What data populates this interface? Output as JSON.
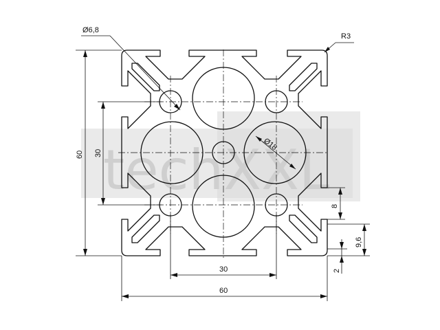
{
  "watermark": {
    "text": "techXXL",
    "color": "#d3d3d3"
  },
  "dimensions": {
    "hole_small_diameter": "Ø6,8",
    "corner_radius": "R3",
    "hole_large_diameter": "Ø18",
    "height_overall": "60",
    "height_inner": "30",
    "width_inner": "30",
    "width_overall": "60",
    "slot_width": "8",
    "slot_depth": "9,6",
    "wall_thickness": "2"
  },
  "colors": {
    "line": "#111111",
    "watermark": "#d3d3d3"
  }
}
